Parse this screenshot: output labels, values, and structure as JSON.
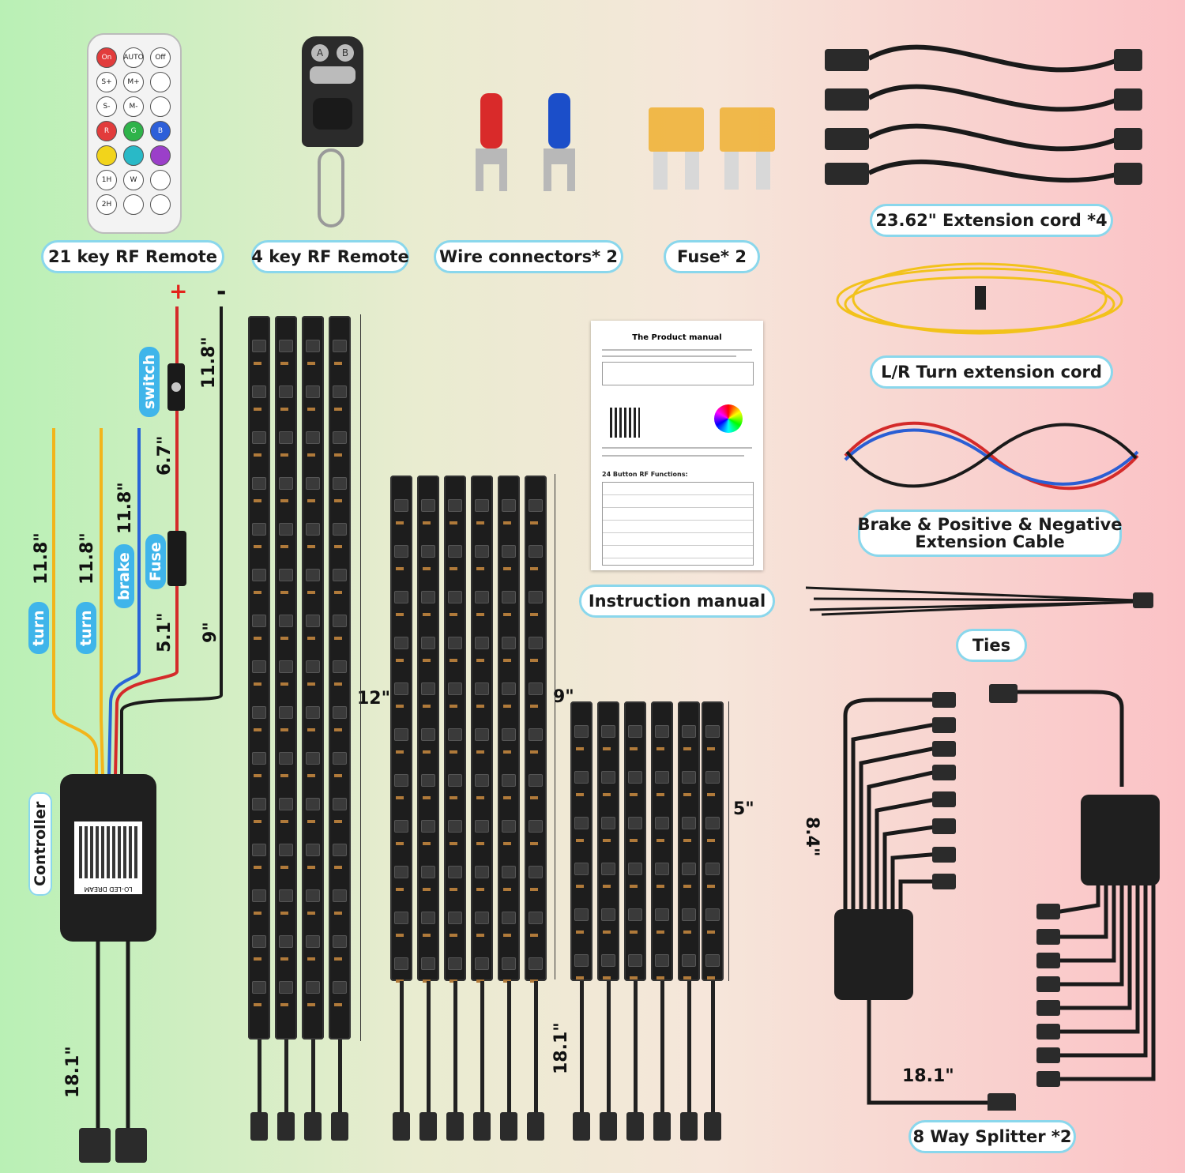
{
  "labels": {
    "remote21": "21 key RF Remote",
    "remote4": "4 key RF Remote",
    "wire_connectors": "Wire connectors* 2",
    "fuse": "Fuse* 2",
    "extension_cord": "23.62\" Extension cord *4",
    "turn_extension": "L/R Turn extension cord",
    "brake_cable_line1": "Brake & Positive & Negative",
    "brake_cable_line2": "Extension Cable",
    "instruction_manual": "Instruction manual",
    "ties": "Ties",
    "splitter": "8 Way Splitter *2"
  },
  "controller": {
    "controller_tag": "Controller",
    "turn1_tag": "turn",
    "turn2_tag": "turn",
    "brake_tag": "brake",
    "fuse_tag": "Fuse",
    "switch_tag": "switch",
    "plus": "+",
    "minus": "-",
    "qr_caption": "LO-LED DREAM"
  },
  "measurements": {
    "turn1": "11.8\"",
    "turn2": "11.8\"",
    "brake": "11.8\"",
    "fuse_wire": "5.1\"",
    "switch_wire": "6.7\"",
    "positive": "11.8\"",
    "negative": "9\"",
    "controller_out": "18.1\"",
    "strip_12": "12\"",
    "strip_9": "9\"",
    "strip_5": "5\"",
    "strip_lead": "18.1\"",
    "splitter_len": "8.4\"",
    "splitter_lead": "18.1\""
  },
  "remote_keys": [
    "On",
    "AUTO",
    "Off",
    "S+",
    "M+",
    "",
    "S-",
    "M-",
    "",
    "R",
    "G",
    "B",
    "",
    "",
    "",
    "1H",
    "W",
    "",
    "2H",
    "",
    ""
  ],
  "remote4_keys": [
    "A",
    "B"
  ],
  "manual": {
    "title": "The Product manual",
    "functions_title": "24 Button RF Functions:"
  },
  "colors": {
    "pill_border": "#8ad7ec",
    "tag_blue": "#3fb5ea",
    "plus_red": "#e3231b"
  }
}
